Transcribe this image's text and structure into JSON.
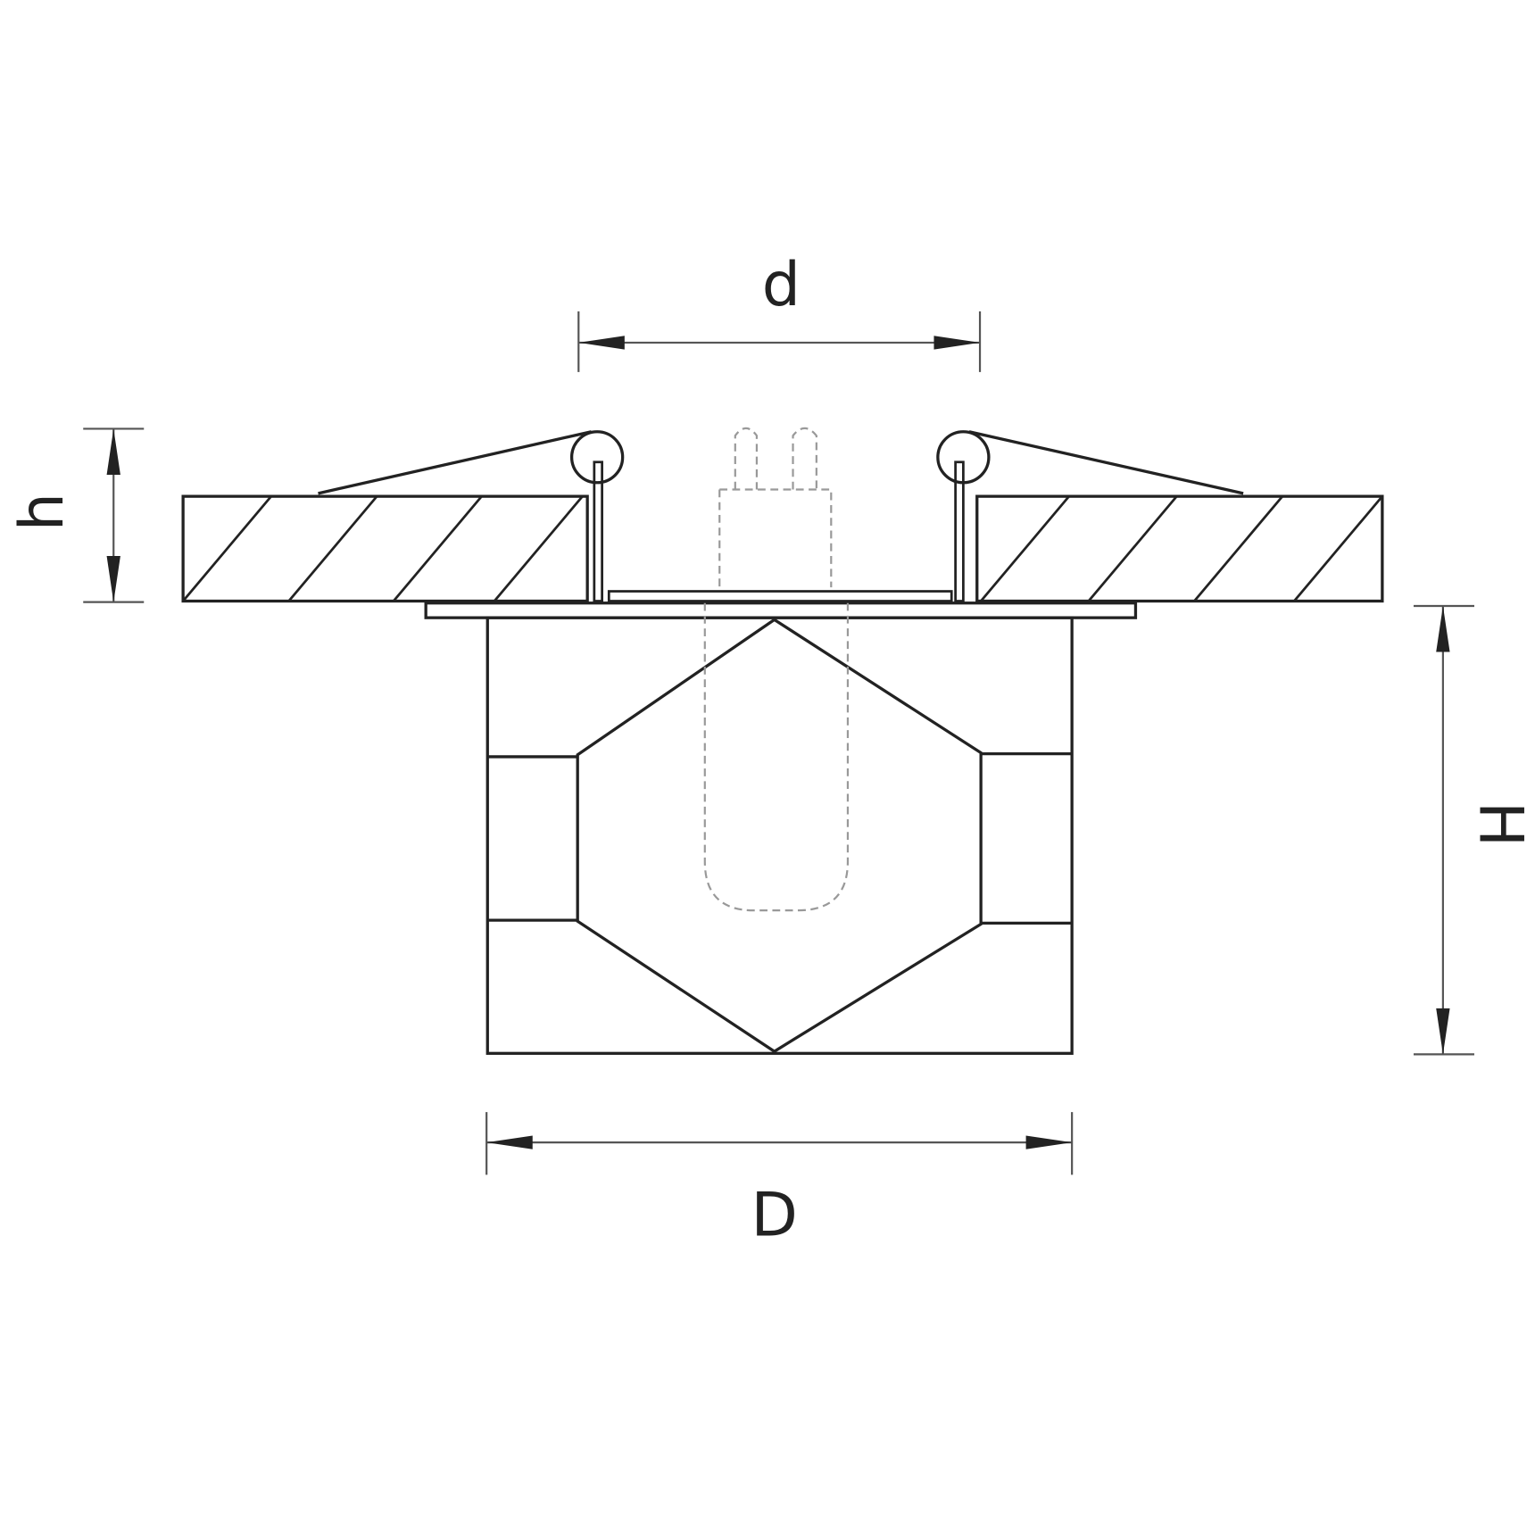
{
  "labels": {
    "d": "d",
    "D": "D",
    "h": "h",
    "H": "H"
  },
  "colors": {
    "line": "#222222",
    "dim": "#555555",
    "hidden": "#999999",
    "background": "#ffffff"
  }
}
